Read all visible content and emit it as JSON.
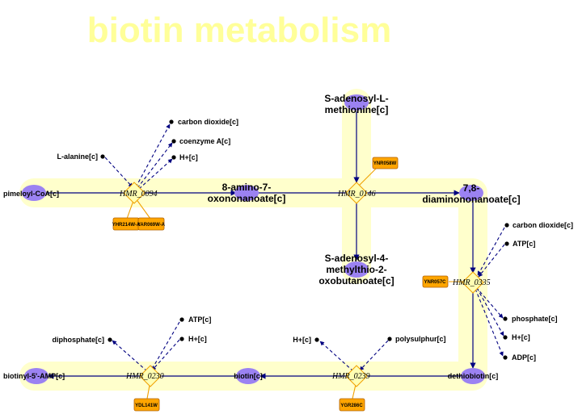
{
  "title": "biotin metabolism",
  "colors": {
    "background": "#ffffff",
    "title": "#ffff99",
    "highlight": "#ffffcc",
    "metabolite_node": "#9b82f2",
    "reaction_node": "#ffffb3",
    "reaction_border": "#f0a000",
    "gene_box": "#ffa500",
    "pathway_arrow": "#000080"
  },
  "metabolites": {
    "pimeloyl_coa": "pimeloyl-CoA[c]",
    "l_alanine": "L-alanine[c]",
    "carbon_dioxide_1": "carbon dioxide[c]",
    "coenzyme_a": "coenzyme A[c]",
    "h_1": "H+[c]",
    "amino_oxononanoate_l1": "8-amino-7-",
    "amino_oxononanoate_l2": "oxononanoate[c]",
    "sam_l1": "S-adenosyl-L-",
    "sam_l2": "methionine[c]",
    "samob_l1": "S-adenosyl-4-",
    "samob_l2": "methylthio-2-",
    "samob_l3": "oxobutanoate[c]",
    "diamino_l1": "7,8-",
    "diamino_l2": "diaminononanoate[c]",
    "carbon_dioxide_2": "carbon dioxide[c]",
    "atp_1": "ATP[c]",
    "phosphate": "phosphate[c]",
    "h_2": "H+[c]",
    "adp": "ADP[c]",
    "dethiobiotin": "dethiobiotin[c]",
    "polysulphur": "polysulphur[c]",
    "h_3": "H+[c]",
    "biotin": "biotin[c]",
    "diphosphate": "diphosphate[c]",
    "atp_2": "ATP[c]",
    "h_4": "H+[c]",
    "biotinyl_amp": "biotinyl-5'-AMP[c]"
  },
  "reactions": {
    "r0094": "HMR_0094",
    "r0146": "HMR_0146",
    "r0335": "HMR_0335",
    "r0239": "HMR_0239",
    "r0230": "HMR_0230"
  },
  "genes": {
    "g_yhr214w": "YHR214W-A",
    "g_yar069w": "YAR069W-A",
    "g_ynr058w": "YNR058W",
    "g_ynr057c": "YNR057C",
    "g_ygr286c": "YGR286C",
    "g_ydl141w": "YDL141W"
  }
}
